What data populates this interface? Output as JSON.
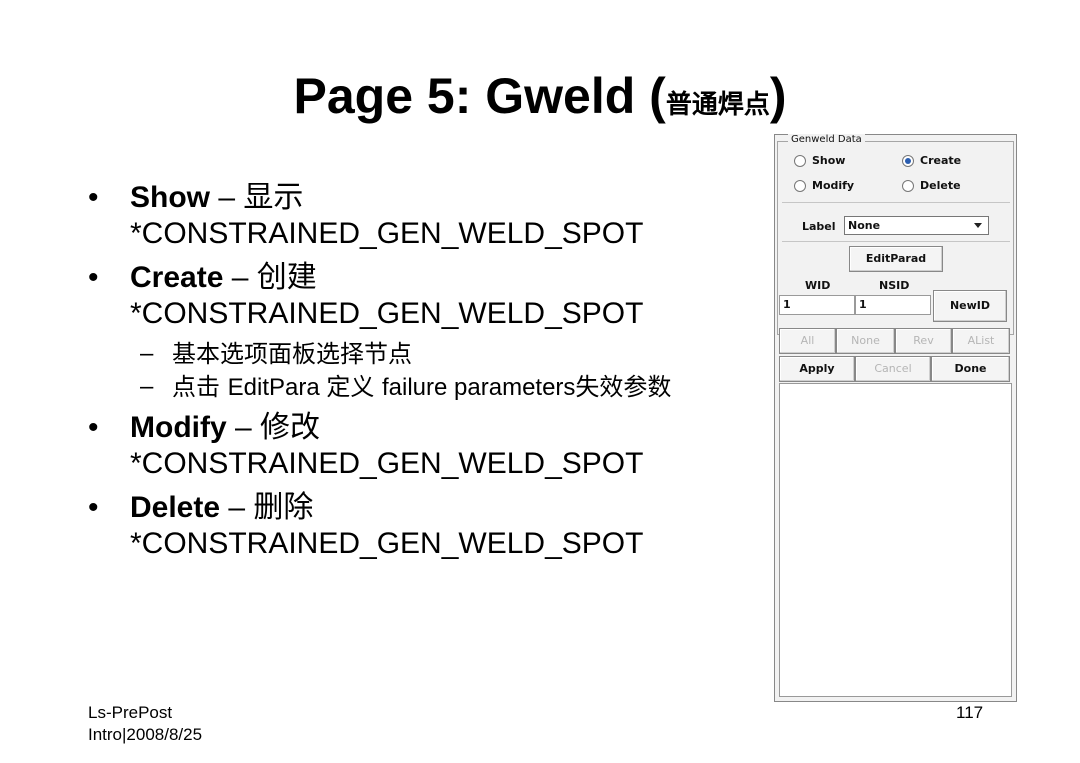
{
  "slide": {
    "title_main": "Page 5: Gweld ",
    "title_paren_open": "(",
    "title_cn": "普通焊点",
    "title_paren_close": ")",
    "bullets": [
      {
        "keyword": "Show",
        "sep": " – ",
        "cn": "显示",
        "keyword_name": "*CONSTRAINED_GEN_WELD_SPOT"
      },
      {
        "keyword": "Create",
        "sep": " – ",
        "cn": "创建",
        "keyword_name": "*CONSTRAINED_GEN_WELD_SPOT",
        "subs": [
          {
            "dash": "–",
            "text": "基本选项面板选择节点"
          },
          {
            "dash": "–",
            "text_cn1": "点击 ",
            "text_en": "EditPara ",
            "text_cn2": "定义 ",
            "text_en2": "failure parameters",
            "text_cn3": "失效参数"
          }
        ]
      },
      {
        "keyword": "Modify",
        "sep": " – ",
        "cn": "修改",
        "keyword_name": "*CONSTRAINED_GEN_WELD_SPOT"
      },
      {
        "keyword": "Delete",
        "sep": " – ",
        "cn": "删除",
        "keyword_name": "*CONSTRAINED_GEN_WELD_SPOT"
      }
    ],
    "footer_line1": "Ls-PrePost",
    "footer_line2": "Intro|2008/8/25",
    "page_number": "117"
  },
  "panel": {
    "group_title": "Genweld Data",
    "radios": [
      {
        "label": "Show",
        "checked": false
      },
      {
        "label": "Create",
        "checked": true
      },
      {
        "label": "Modify",
        "checked": false
      },
      {
        "label": "Delete",
        "checked": false
      }
    ],
    "label_text": "Label",
    "label_value": "None",
    "editparad_button": "EditParad",
    "wid_header": "WID",
    "nsid_header": "NSID",
    "wid_value": "1",
    "nsid_value": "1",
    "newid_button": "NewID",
    "all_button": "All",
    "none_button": "None",
    "rev_button": "Rev",
    "alist_button": "AList",
    "apply_button": "Apply",
    "cancel_button": "Cancel",
    "done_button": "Done",
    "accent_color": "#2a5db0"
  }
}
